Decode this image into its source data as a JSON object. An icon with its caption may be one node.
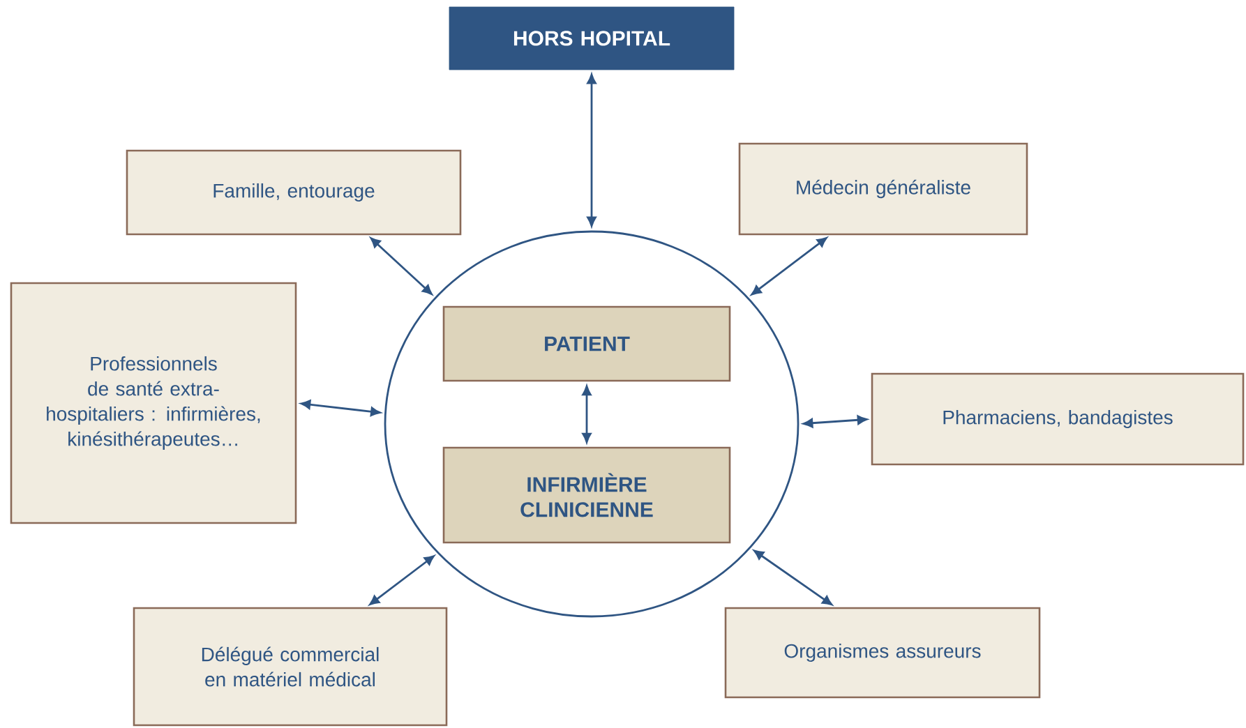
{
  "diagram": {
    "nodes": [
      {
        "text": [
          "HORS HOPITAL"
        ]
      },
      {
        "text": [
          "Famille, entourage"
        ]
      },
      {
        "text": [
          "Médecin généraliste"
        ]
      },
      {
        "text": [],
        "shape": "circle"
      },
      {
        "text": [
          "PATIENT"
        ],
        "in": 3
      },
      {
        "text": [
          "INFIRMIÈRE CLINICIENNE"
        ],
        "in": 3
      },
      {
        "text": [
          "Professionnels de santé extra-hospitaliers : infirmières, kinésithérapeutes…"
        ]
      },
      {
        "text": [
          "Pharmaciens, bandagistes"
        ]
      },
      {
        "text": [
          "Délégué commercial en matériel médical"
        ]
      },
      {
        "text": [
          "Organismes assureurs"
        ]
      }
    ],
    "edges": [
      {
        "from": 0,
        "to": 3,
        "arrow": "both"
      },
      {
        "from": 1,
        "to": 3,
        "arrow": "both"
      },
      {
        "from": 2,
        "to": 3,
        "arrow": "both"
      },
      {
        "from": 4,
        "to": 5,
        "arrow": "both"
      },
      {
        "from": 6,
        "to": 3,
        "arrow": "both"
      },
      {
        "from": 7,
        "to": 3,
        "arrow": "both"
      },
      {
        "from": 8,
        "to": 3,
        "arrow": "both"
      },
      {
        "from": 9,
        "to": 3,
        "arrow": "both"
      }
    ]
  }
}
